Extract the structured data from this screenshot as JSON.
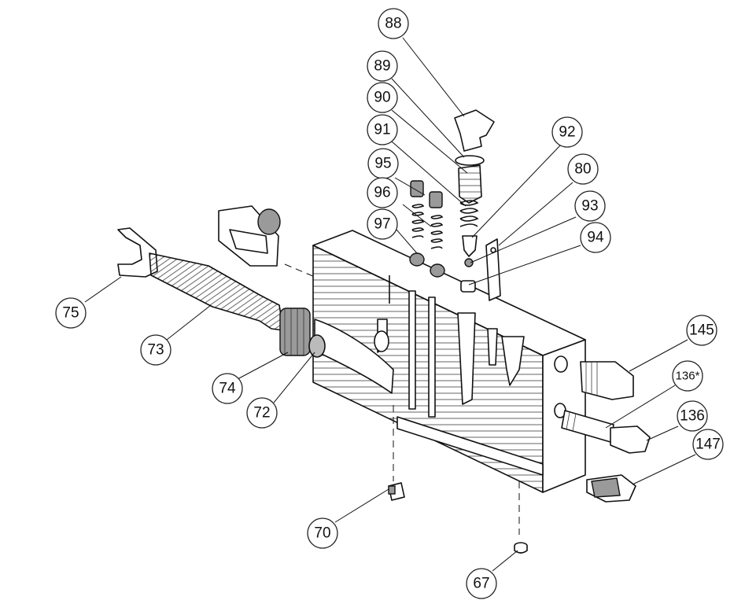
{
  "callouts": [
    {
      "id": "c88",
      "label": "88"
    },
    {
      "id": "c89",
      "label": "89"
    },
    {
      "id": "c90",
      "label": "90"
    },
    {
      "id": "c91",
      "label": "91"
    },
    {
      "id": "c92",
      "label": "92"
    },
    {
      "id": "c80",
      "label": "80"
    },
    {
      "id": "c95",
      "label": "95"
    },
    {
      "id": "c96",
      "label": "96"
    },
    {
      "id": "c93",
      "label": "93"
    },
    {
      "id": "c97",
      "label": "97"
    },
    {
      "id": "c94",
      "label": "94"
    },
    {
      "id": "c75",
      "label": "75"
    },
    {
      "id": "c73",
      "label": "73"
    },
    {
      "id": "c74",
      "label": "74"
    },
    {
      "id": "c72",
      "label": "72"
    },
    {
      "id": "c145",
      "label": "145"
    },
    {
      "id": "c136s",
      "label": "136*"
    },
    {
      "id": "c136",
      "label": "136"
    },
    {
      "id": "c147",
      "label": "147"
    },
    {
      "id": "c70",
      "label": "70"
    },
    {
      "id": "c67",
      "label": "67"
    }
  ]
}
